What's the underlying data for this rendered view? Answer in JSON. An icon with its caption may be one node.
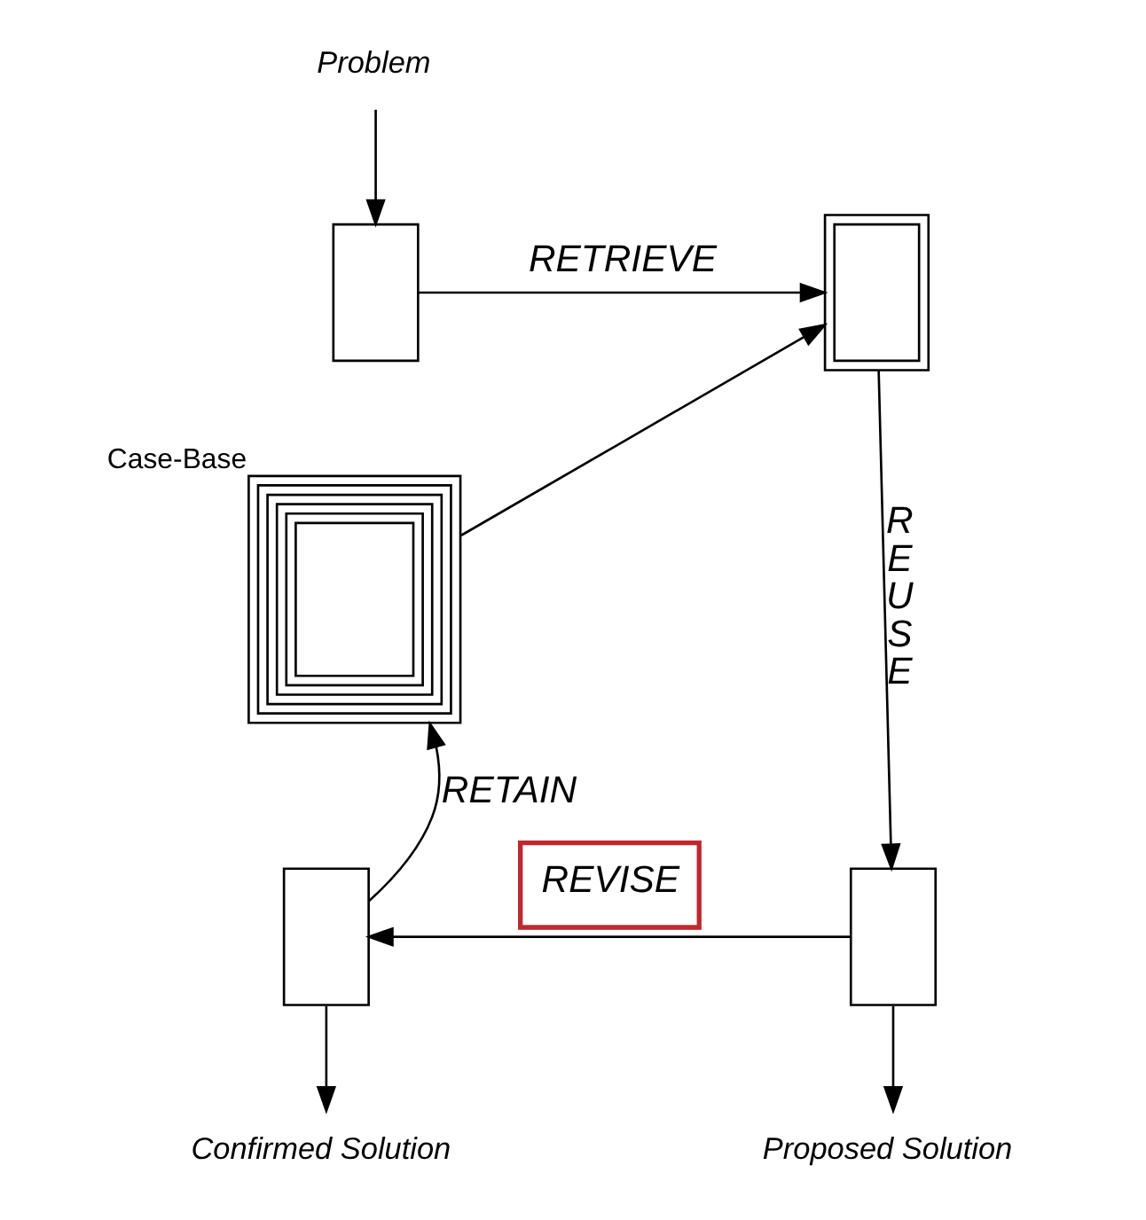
{
  "diagram": {
    "nodes": [
      {
        "text": [
          "Problem"
        ]
      },
      {
        "text": [],
        "shape": "box"
      },
      {
        "text": [],
        "shape": "box"
      },
      {
        "text": [],
        "shape": "box",
        "beside": [
          "Case-Base"
        ]
      },
      {
        "text": [],
        "shape": "box"
      },
      {
        "text": [],
        "shape": "box"
      },
      {
        "text": [
          "Proposed Solution"
        ]
      },
      {
        "text": [
          "Confirmed Solution"
        ]
      }
    ],
    "edges": [
      {
        "from": 0,
        "to": 1,
        "arrow": "to"
      },
      {
        "from": 1,
        "to": 2,
        "arrow": "to",
        "label": "RETRIEVE"
      },
      {
        "from": 3,
        "to": 2,
        "arrow": "to"
      },
      {
        "from": 2,
        "to": 4,
        "arrow": "to",
        "label": "R E U S E"
      },
      {
        "from": 4,
        "to": 6,
        "arrow": "to"
      },
      {
        "from": 4,
        "to": 5,
        "arrow": "to",
        "label": "REVISE"
      },
      {
        "from": 5,
        "to": 7,
        "arrow": "to"
      },
      {
        "from": 5,
        "to": 3,
        "arrow": "to",
        "label": "RETAIN"
      }
    ]
  }
}
